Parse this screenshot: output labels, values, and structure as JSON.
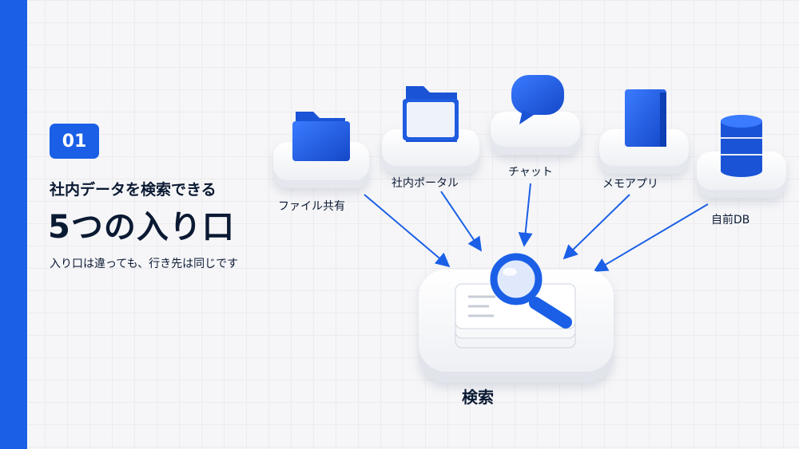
{
  "slide": {
    "badge": "01",
    "subtitle": "社内データを検索できる",
    "title": "5つの入り口",
    "description": "入り口は違っても、行き先は同じです",
    "accent_color": "#1a5fe6"
  },
  "diagram": {
    "sources": [
      {
        "id": "file-share",
        "label": "ファイル共有",
        "icon": "folder-icon"
      },
      {
        "id": "portal",
        "label": "社内ポータル",
        "icon": "open-folder-icon"
      },
      {
        "id": "chat",
        "label": "チャット",
        "icon": "chat-bubble-icon"
      },
      {
        "id": "memo",
        "label": "メモアプリ",
        "icon": "notebook-icon"
      },
      {
        "id": "db",
        "label": "自前DB",
        "icon": "database-icon"
      }
    ],
    "hub": {
      "label": "検索",
      "icon": "magnifier-documents-icon"
    },
    "edges": [
      {
        "from": "file-share",
        "to": "search"
      },
      {
        "from": "portal",
        "to": "search"
      },
      {
        "from": "chat",
        "to": "search"
      },
      {
        "from": "memo",
        "to": "search"
      },
      {
        "from": "db",
        "to": "search"
      }
    ]
  }
}
